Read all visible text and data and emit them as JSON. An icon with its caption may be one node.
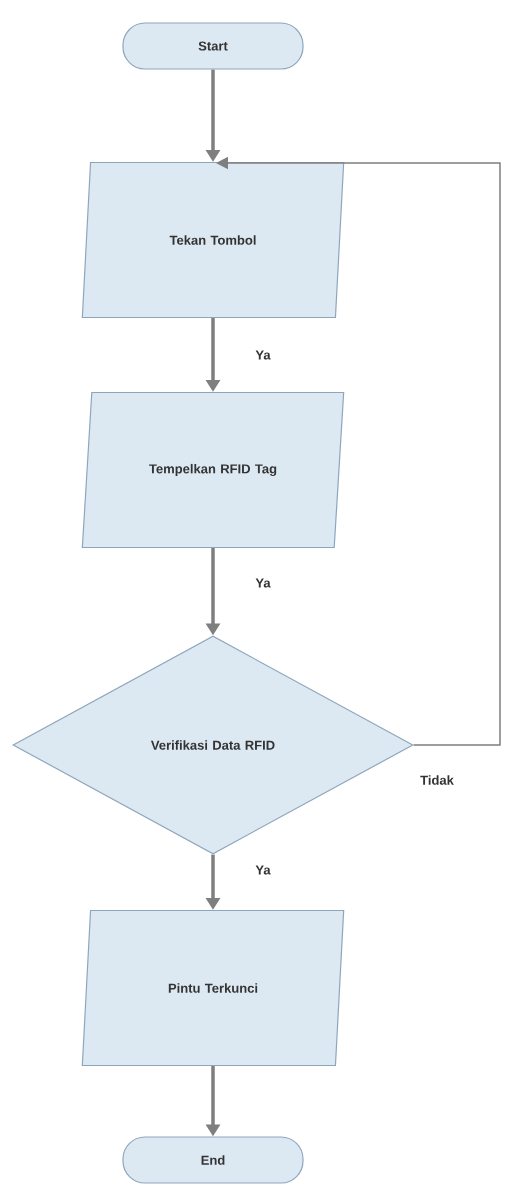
{
  "diagram": {
    "nodes": [
      {
        "text": [
          "Start"
        ]
      },
      {
        "text": [
          "Tekan Tombol"
        ]
      },
      {
        "text": [
          "Tempelkan RFID Tag"
        ]
      },
      {
        "text": [
          "Verifikasi Data RFID"
        ]
      },
      {
        "text": [
          "Pintu Terkunci"
        ]
      },
      {
        "text": [
          "End"
        ]
      }
    ],
    "edges": [
      {
        "from": 0,
        "to": 1,
        "arrow": "to"
      },
      {
        "from": 1,
        "to": 2,
        "arrow": "to",
        "label": "Ya"
      },
      {
        "from": 2,
        "to": 3,
        "arrow": "to",
        "label": "Ya"
      },
      {
        "from": 3,
        "to": 4,
        "arrow": "to",
        "label": "Ya"
      },
      {
        "from": 4,
        "to": 5,
        "arrow": "to"
      },
      {
        "from": 3,
        "to": 1,
        "arrow": "to",
        "label": "Tidak"
      }
    ]
  }
}
